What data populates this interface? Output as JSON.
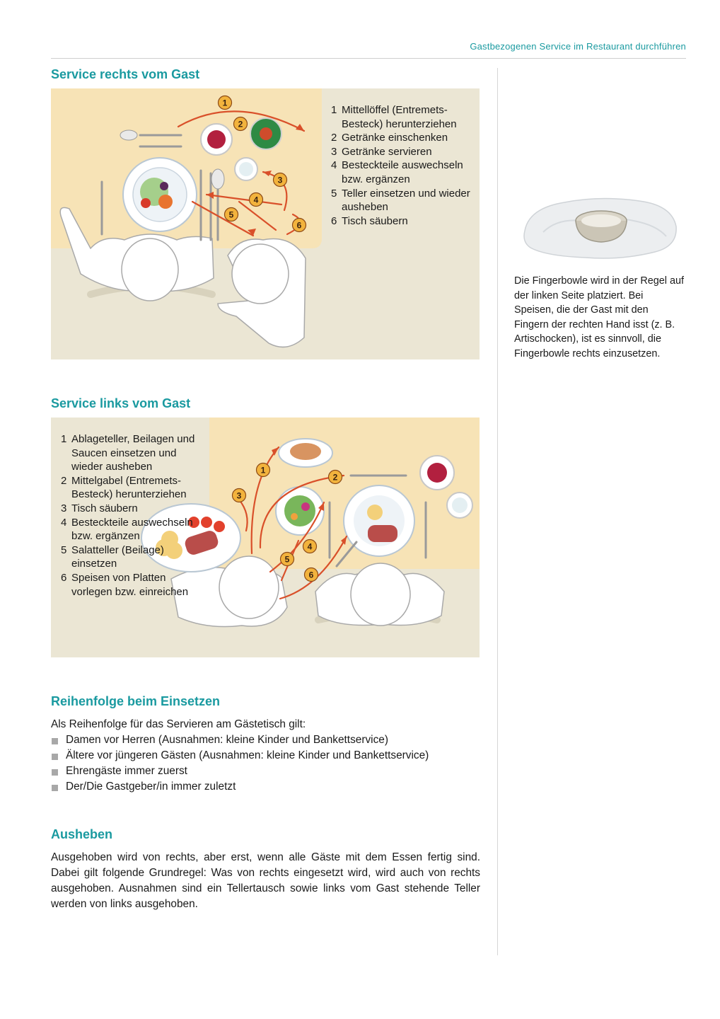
{
  "header": {
    "running_title": "Gastbezogenen Service im Restaurant durchführen"
  },
  "sections": {
    "rechts": {
      "heading": "Service rechts vom Gast",
      "legend": [
        {
          "num": "1",
          "text": "Mittellöffel (Entremets-Besteck) herunterziehen"
        },
        {
          "num": "2",
          "text": "Getränke einschenken"
        },
        {
          "num": "3",
          "text": "Getränke servieren"
        },
        {
          "num": "4",
          "text": "Besteckteile auswechseln bzw. ergänzen"
        },
        {
          "num": "5",
          "text": "Teller einsetzen und wieder ausheben"
        },
        {
          "num": "6",
          "text": "Tisch säubern"
        }
      ],
      "badges": [
        "1",
        "2",
        "3",
        "4",
        "5",
        "6"
      ]
    },
    "links": {
      "heading": "Service links vom Gast",
      "legend": [
        {
          "num": "1",
          "text": "Ablageteller, Beilagen und Saucen einsetzen und wieder ausheben"
        },
        {
          "num": "2",
          "text": "Mittelgabel (Entremets-Besteck) herunterziehen"
        },
        {
          "num": "3",
          "text": "Tisch säubern"
        },
        {
          "num": "4",
          "text": "Besteckteile auswechseln bzw. ergänzen"
        },
        {
          "num": "5",
          "text": "Salatteller (Beilage) einsetzen"
        },
        {
          "num": "6",
          "text": "Speisen von Platten vorlegen bzw. einreichen"
        }
      ],
      "badges": [
        "1",
        "2",
        "3",
        "4",
        "5",
        "6"
      ]
    },
    "reihenfolge": {
      "heading": "Reihenfolge beim Einsetzen",
      "intro": "Als Reihenfolge für das Servieren am Gästetisch gilt:",
      "items": [
        "Damen vor Herren (Ausnahmen: kleine Kinder und Bankettservice)",
        "Ältere vor jüngeren Gästen (Ausnahmen: kleine Kinder und Bankettservice)",
        "Ehrengäste immer zuerst",
        "Der/Die Gastgeber/in immer zuletzt"
      ]
    },
    "ausheben": {
      "heading": "Ausheben",
      "text": "Ausgehoben wird von rechts, aber erst, wenn alle Gäste mit dem Essen fertig sind. Dabei gilt folgende Grundregel: Was von rechts eingesetzt wird, wird auch von rechts ausgehoben. Ausnahmen sind ein Tellertausch sowie links vom Gast stehende Teller werden von links ausgehoben."
    }
  },
  "sidebar": {
    "caption": "Die Fingerbowle wird in der Regel auf der linken Seite platziert. Bei Speisen, die der Gast mit den Fingern der rechten Hand isst (z. B. Artischocken), ist es sinnvoll, die Fingerbowle rechts einzusetzen."
  },
  "colors": {
    "accent": "#1a9aa0",
    "arrow": "#d9502a",
    "badge": "#f2b33d",
    "figure_bg": "#ebe6d4",
    "table": "#f7e3b6"
  }
}
